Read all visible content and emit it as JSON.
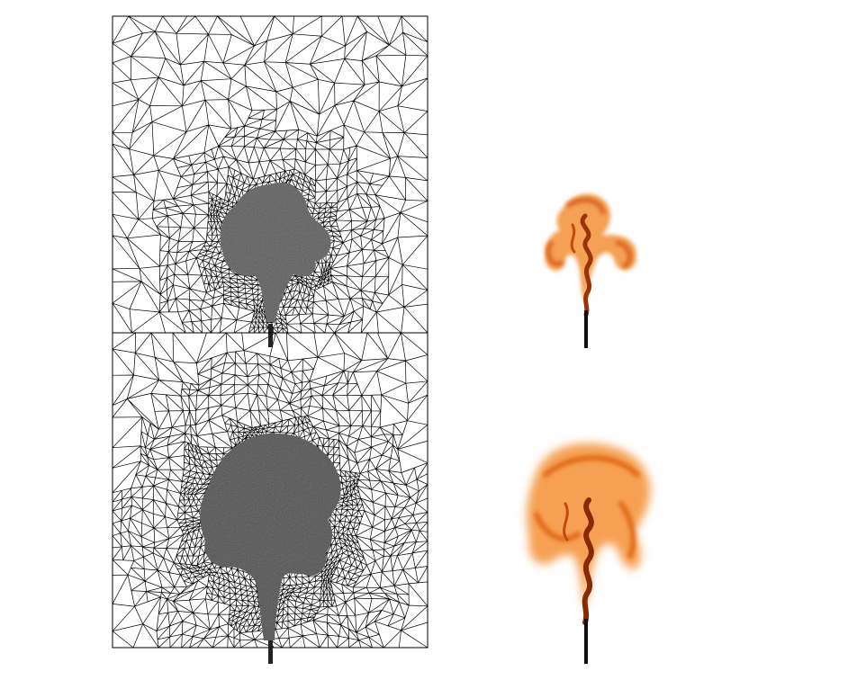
{
  "figure": {
    "panels": [
      {
        "id": "mesh-top",
        "kind": "adaptive-mesh"
      },
      {
        "id": "mesh-bottom",
        "kind": "adaptive-mesh"
      },
      {
        "id": "smoke-top",
        "kind": "smoke-render"
      },
      {
        "id": "smoke-bottom",
        "kind": "smoke-render"
      }
    ],
    "colors": {
      "mesh": "#000000",
      "plume_fill": "#555555",
      "smoke_light": "#f6a052",
      "smoke_mid": "#e8721c",
      "smoke_dark": "#8a2a05",
      "stem": "#111111"
    }
  }
}
